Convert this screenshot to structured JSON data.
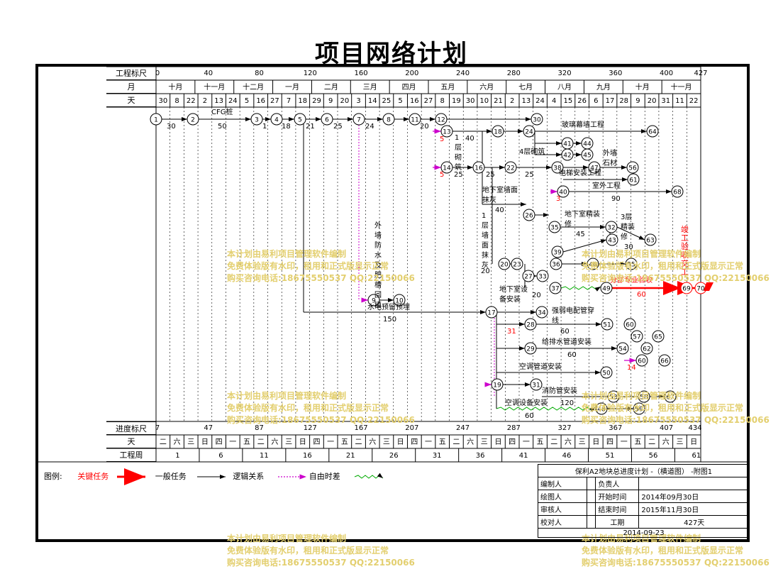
{
  "title": "项目网络计划",
  "row_labels": {
    "top_scale": "工程标尺",
    "month": "月",
    "day": "天",
    "bottom_scale": "进度标尺",
    "weekday": "天",
    "week": "工程周"
  },
  "top_scale_ticks": [
    "0",
    "40",
    "80",
    "120",
    "160",
    "200",
    "240",
    "280",
    "320",
    "360",
    "400",
    "427"
  ],
  "months": [
    "十月",
    "十一月",
    "十二月",
    "一月",
    "二月",
    "三月",
    "四月",
    "五月",
    "六月",
    "七月",
    "八月",
    "九月",
    "十月",
    "十一月"
  ],
  "days_top": [
    "30",
    "8",
    "22",
    "2",
    "13",
    "24",
    "5",
    "16",
    "27",
    "7",
    "18",
    "29",
    "9",
    "20",
    "3",
    "14",
    "25",
    "5",
    "16",
    "27",
    "8",
    "19",
    "30",
    "10",
    "21",
    "2",
    "13",
    "24",
    "4",
    "15",
    "26",
    "6",
    "17",
    "28",
    "9",
    "20",
    "31",
    "11",
    "22"
  ],
  "bottom_scale_ticks": [
    "7",
    "47",
    "87",
    "127",
    "167",
    "207",
    "247",
    "287",
    "327",
    "367",
    "407",
    "434"
  ],
  "weekdays": [
    "二",
    "六",
    "三",
    "日",
    "四",
    "一",
    "五",
    "二",
    "六",
    "三",
    "日",
    "四",
    "一",
    "五",
    "二",
    "六",
    "三",
    "日",
    "四",
    "一",
    "五",
    "二",
    "六",
    "三",
    "日",
    "四",
    "一",
    "五",
    "二",
    "六",
    "三",
    "日",
    "四",
    "一",
    "五",
    "二",
    "六",
    "三",
    "日"
  ],
  "weeks": [
    "1",
    "6",
    "11",
    "16",
    "21",
    "26",
    "31",
    "36",
    "41",
    "46",
    "51",
    "56",
    "61"
  ],
  "task_labels": {
    "cfg": "CFG桩",
    "facade": "玻璃幕墙工程",
    "exterior": "室外工程",
    "basement_plaster": "地下室墙面抹灰",
    "ground_fine": "地下室精装修",
    "weak_elec": "强弱电配管穿线",
    "water_pipe": "给排水管道安装",
    "hvac_pipe": "空调管道安装",
    "fire_pipe": "消防管安装",
    "ac_equip": "空调设备安装",
    "water_embed": "水电预留预埋",
    "elevator": "电梯安装工程",
    "acceptance": "分部专业验收",
    "completion": "竣工验收交工",
    "floor3_fine": "3层精装修",
    "basement_equip": "地下室设备安装",
    "facade_stone": "外墙石材",
    "facade_waterproof": "外墙防水及肥槽回填",
    "floor1_masonry": "1层砌筑",
    "floor4_masonry": "4层砌筑",
    "floor1_plaster": "1层墙面抹灰"
  },
  "durations": {
    "d30": "30",
    "d50": "50",
    "d1": "1",
    "d18": "18",
    "d21": "21",
    "d25": "25",
    "d24": "24",
    "d20": "20",
    "d40": "40",
    "d90": "90",
    "d45": "45",
    "d60": "60",
    "d150": "150",
    "d120": "120",
    "d3": "3",
    "d5": "5",
    "d31": "31",
    "d14": "14"
  },
  "legend": {
    "label": "图例:",
    "critical": "关键任务",
    "normal": "一般任务",
    "logic": "逻辑关系",
    "free_float": "自由时差"
  },
  "title_block": {
    "plan_name": "保利A2地块总进度计划 -（横道图）  -附图1",
    "compiler": "编制人",
    "owner": "负责人",
    "drawer": "绘图人",
    "start_label": "开始时间",
    "start_date": "2014年09月30日",
    "reviewer": "审核人",
    "end_label": "结束时间",
    "end_date": "2015年11月30日",
    "checker": "校对人",
    "duration_label": "工期",
    "duration": "427天",
    "print_date": "2014-09-23"
  },
  "watermark": {
    "line1": "本计划由易利项目管理软件编制",
    "line2": "免费体验版有水印，租用和正式版显示正常",
    "line3": "购买咨询电话:18675550537 QQ:22150066"
  },
  "colors": {
    "critical": "#ff0000",
    "free_float": "#00aa00",
    "logic": "#cc00cc",
    "watermark": "#e3cf6f"
  }
}
